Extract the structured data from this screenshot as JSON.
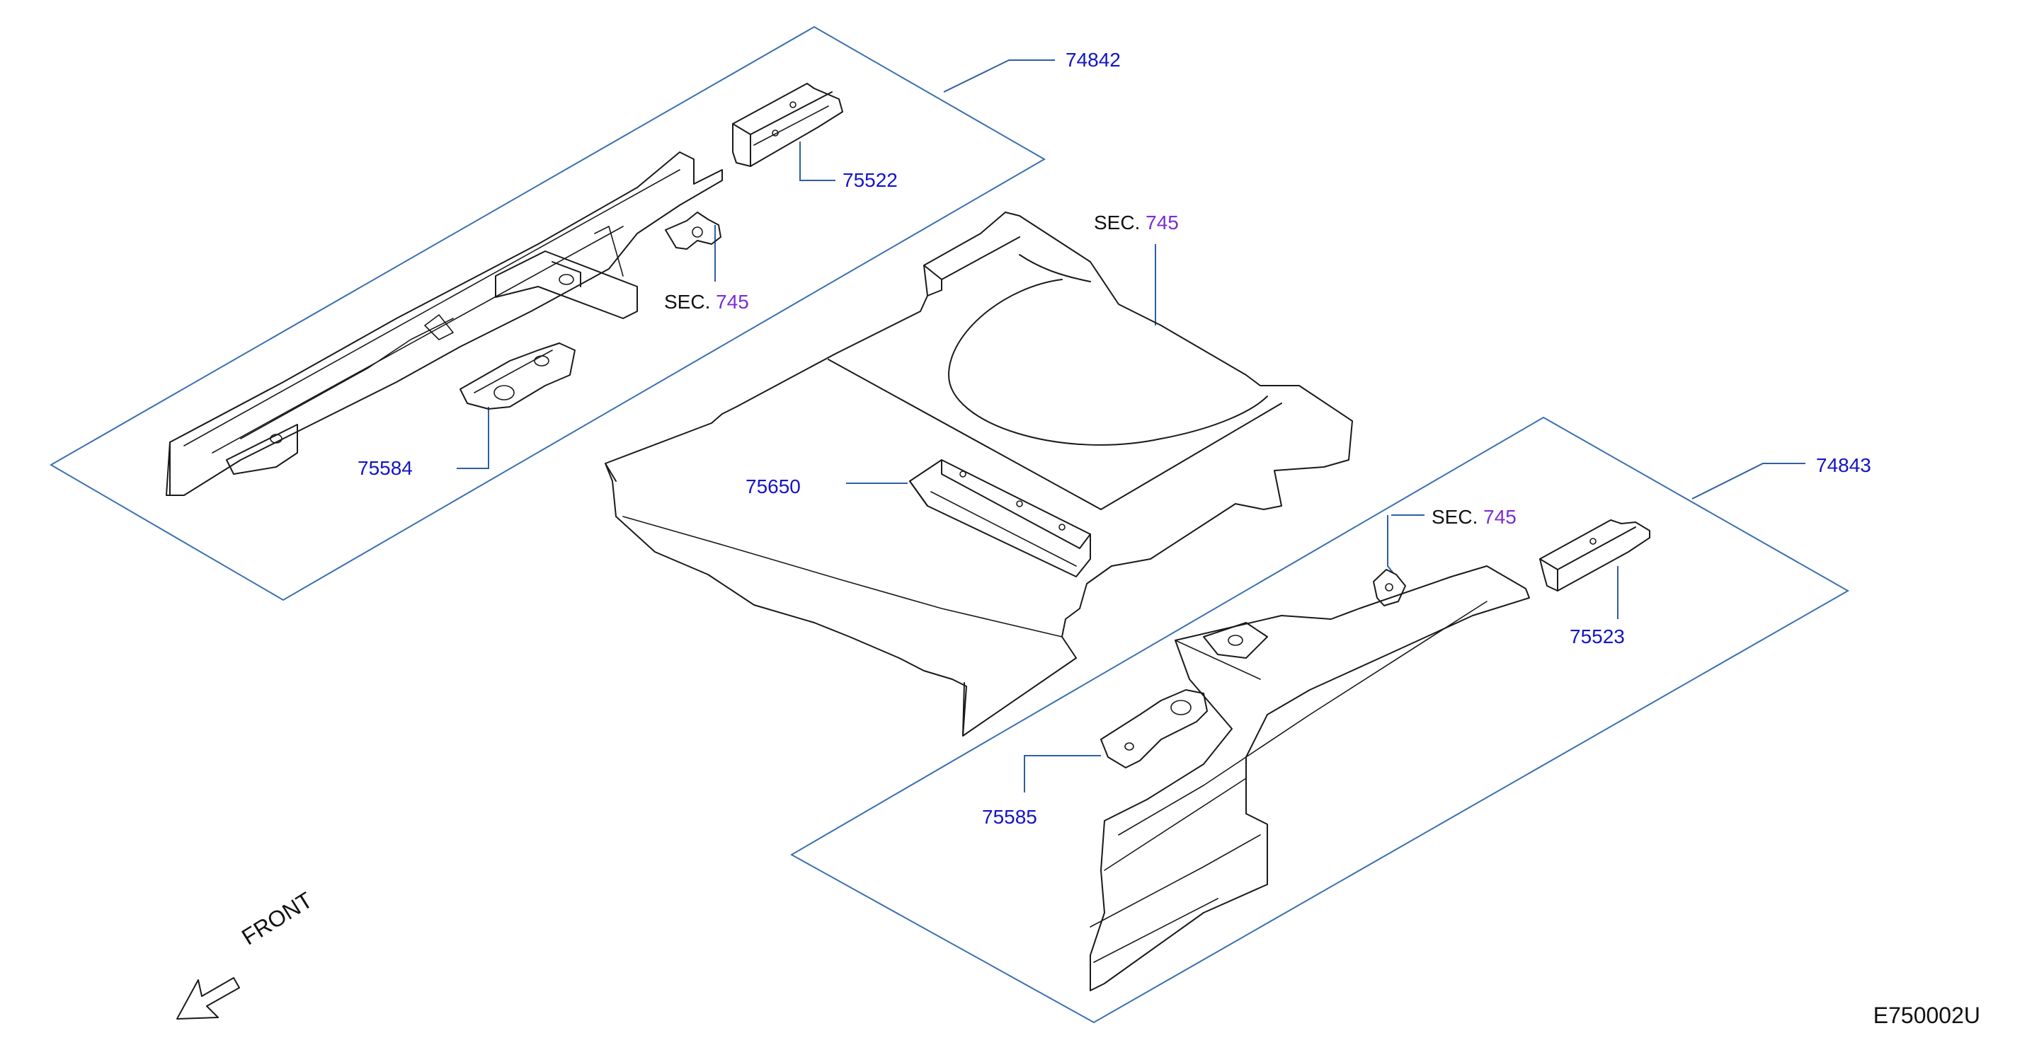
{
  "diagram": {
    "part_numbers": {
      "p74842": "74842",
      "p75522": "75522",
      "p75584": "75584",
      "p75650": "75650",
      "p74843": "74843",
      "p75523": "75523",
      "p75585": "75585"
    },
    "section_refs": {
      "sec_word": "SEC.",
      "sec_number": "745"
    },
    "front_label": "FRONT",
    "drawing_code": "E750002U",
    "colors": {
      "part_number": "#1414c8",
      "section_number": "#7a2fd0",
      "group_box": "#3b6fb0",
      "line_art": "#1a1a1a"
    }
  }
}
